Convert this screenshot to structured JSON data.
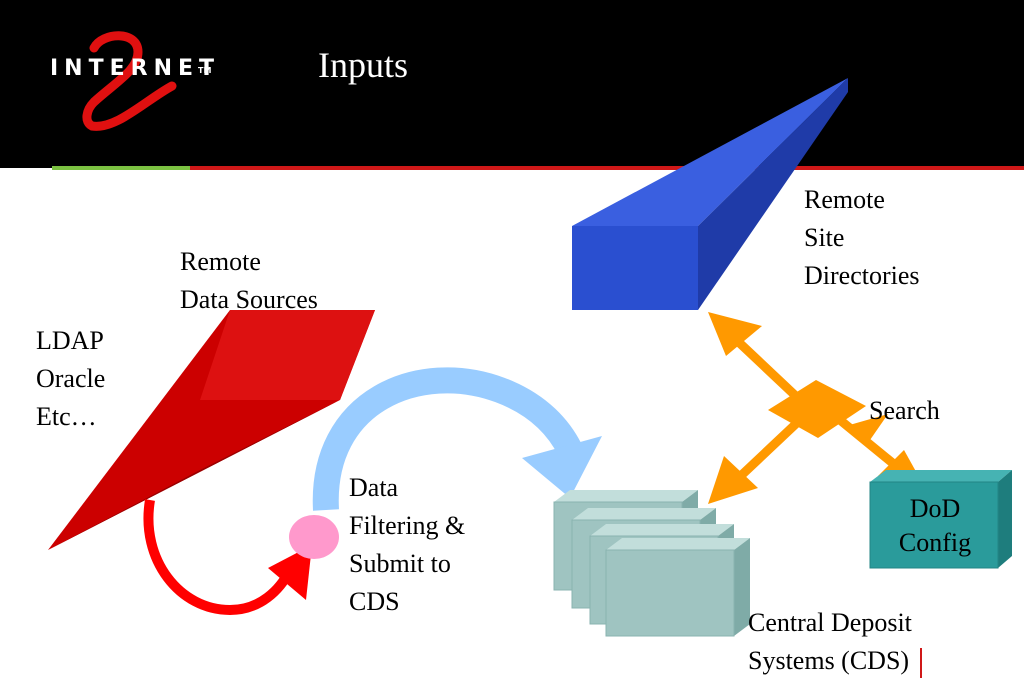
{
  "slide": {
    "title": "Inputs",
    "logo_text": "INTERNET",
    "logo_tm": "TM",
    "logo_numeral": "2"
  },
  "labels": {
    "remote_data_sources": [
      "Remote",
      "Data Sources"
    ],
    "ldap_list": [
      "LDAP",
      "Oracle",
      "Etc…"
    ],
    "remote_site_directories": [
      "Remote",
      "Site",
      "Directories"
    ],
    "search": "Search",
    "data_filtering": [
      "Data",
      "Filtering &",
      "Submit to",
      "CDS"
    ],
    "dod_config": [
      "DoD",
      "Config"
    ],
    "cds": [
      "Central Deposit",
      "Systems (CDS)"
    ]
  },
  "colors": {
    "red_wedge": "#cc0000",
    "blue_wedge": "#2a4fd0",
    "orange": "#ff9900",
    "teal_box": "#2a9b9b",
    "cds_box": "#9fc4c1",
    "light_blue_arrow": "#99ccff",
    "pink_node": "#ff99cc",
    "red_arrow": "#ff0000"
  }
}
